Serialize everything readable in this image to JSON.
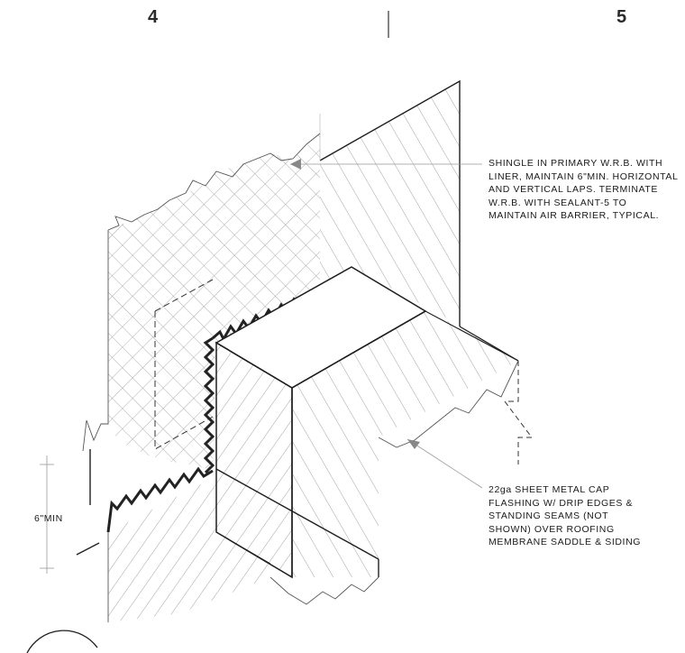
{
  "grid": {
    "left_number": "4",
    "right_number": "5"
  },
  "notes": {
    "wrb": {
      "lines": [
        "SHINGLE IN PRIMARY W.R.B. WITH",
        "LINER, MAINTAIN 6\"MIN. HORIZONTAL",
        "AND VERTICAL LAPS. TERMINATE",
        "W.R.B. WITH SEALANT-5 TO",
        "MAINTAIN AIR BARRIER, TYPICAL."
      ]
    },
    "cap_flashing": {
      "lines": [
        "22ga SHEET METAL CAP",
        "FLASHING W/ DRIP EDGES &",
        "STANDING SEAMS (NOT",
        "SHOWN) OVER ROOFING",
        "MEMBRANE SADDLE & SIDING"
      ]
    }
  },
  "dimension": {
    "label": "6\"MIN"
  },
  "colors": {
    "line": "#1e1e1e",
    "hatch": "#8a8a8a",
    "grid_hatch": "#9a9a9a",
    "sealant": "#222222"
  }
}
